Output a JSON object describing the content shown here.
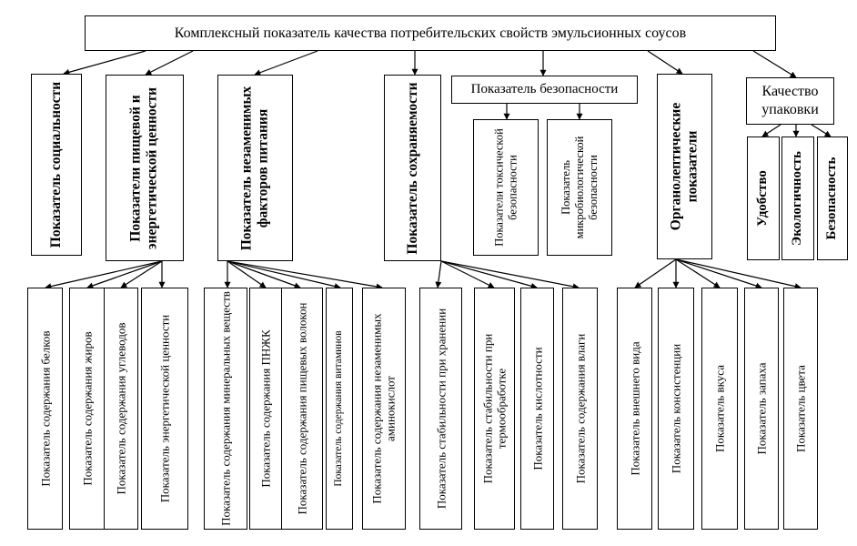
{
  "title": "Комплексный показатель качества потребительских свойств эмульсионных соусов",
  "level1": {
    "social": "Показатель социальности",
    "nutrition": "Показатели пищевой и энергетической ценности",
    "essential": "Показатель незаменимых факторов питания",
    "preservation": "Показатель сохраняемости",
    "safety": "Показатель безопасности",
    "organoleptic": "Органолептические показатели",
    "packaging": "Качество упаковки"
  },
  "safety_children": {
    "toxic": "Показатели токсической безопасности",
    "micro": "Показатель микробиологической безопасности"
  },
  "packaging_children": {
    "convenience": "Удобство",
    "ecology": "Экологичность",
    "safety": "Безопасность"
  },
  "nutrition_children": {
    "proteins": "Показатель содержания белков",
    "fats": "Показатель содержания жиров",
    "carbs": "Показатель содержания углеводов",
    "energy": "Показатель энергетической ценности"
  },
  "essential_children": {
    "minerals": "Показатель содержания минеральных веществ",
    "pufa": "Показатель содержания ПНЖК",
    "fibers": "Показатель содержания пищевых волокон",
    "vitamins": "Показатель содержания витаминов",
    "amino": "Показатель содержания незаменимых аминокислот"
  },
  "preservation_children": {
    "storage": "Показатель стабильности при хранении",
    "thermal": "Показатель стабильности при термообработке",
    "acidity": "Показатель кислотности",
    "moisture": "Показатель содержания влаги"
  },
  "organoleptic_children": {
    "appearance": "Показатель внешнего вида",
    "consistency": "Показатель консистенции",
    "taste": "Показатель вкуса",
    "smell": "Показатель запаха",
    "color": "Показатель цвета"
  }
}
